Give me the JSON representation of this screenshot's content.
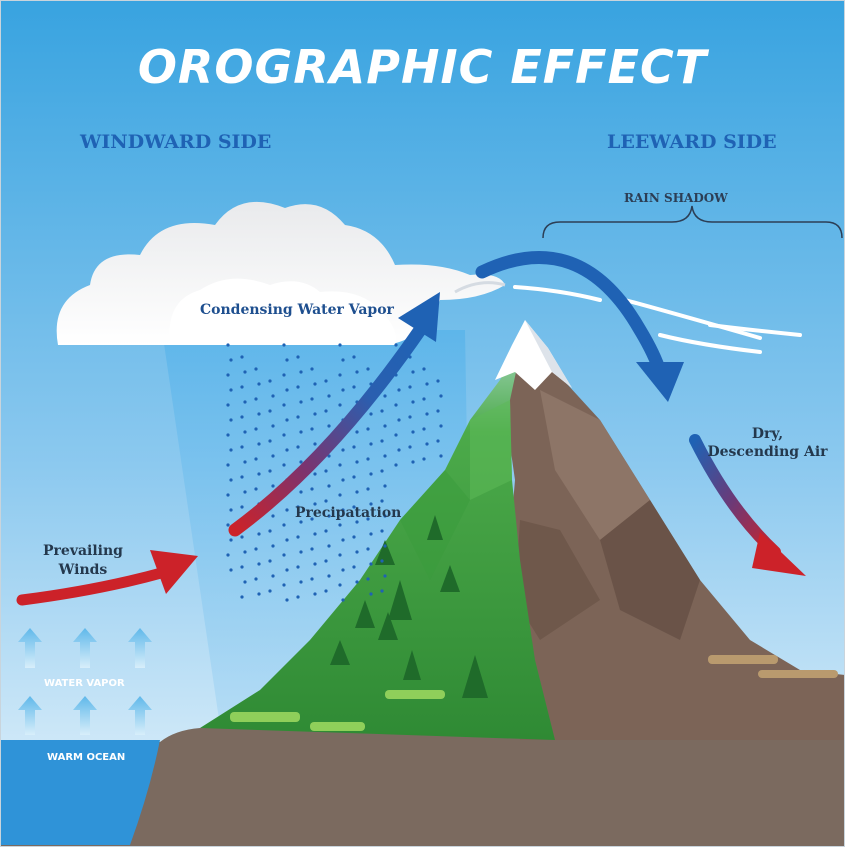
{
  "title": "OROGRAPHIC EFFECT",
  "labels": {
    "windward": "WINDWARD SIDE",
    "leeward": "LEEWARD SIDE",
    "rain_shadow": "RAIN SHADOW",
    "condensing": "Condensing Water Vapor",
    "precipitation": "Precipatation",
    "prevailing_1": "Prevailing",
    "prevailing_2": "Winds",
    "dry_1": "Dry,",
    "dry_2": "Descending Air",
    "water_vapor": "WATER VAPOR",
    "warm_ocean": "WARM OCEAN"
  },
  "colors": {
    "sky_top": "#3aa6e2",
    "sky_bottom": "#dceffb",
    "ground": "#7a6a5f",
    "ocean": "#2f95d9",
    "green_slope": "#3f9a3c",
    "rock": "#7e6658",
    "snow": "#ffffff",
    "cold_arrow": "#1f62b4",
    "warm_arrow": "#cc2229",
    "label_blue": "#1f62b4"
  },
  "icons": {
    "cloud": "cloud-icon",
    "mountain": "mountain-icon",
    "tree": "pine-tree-icon",
    "arrow": "curved-arrow-icon"
  }
}
